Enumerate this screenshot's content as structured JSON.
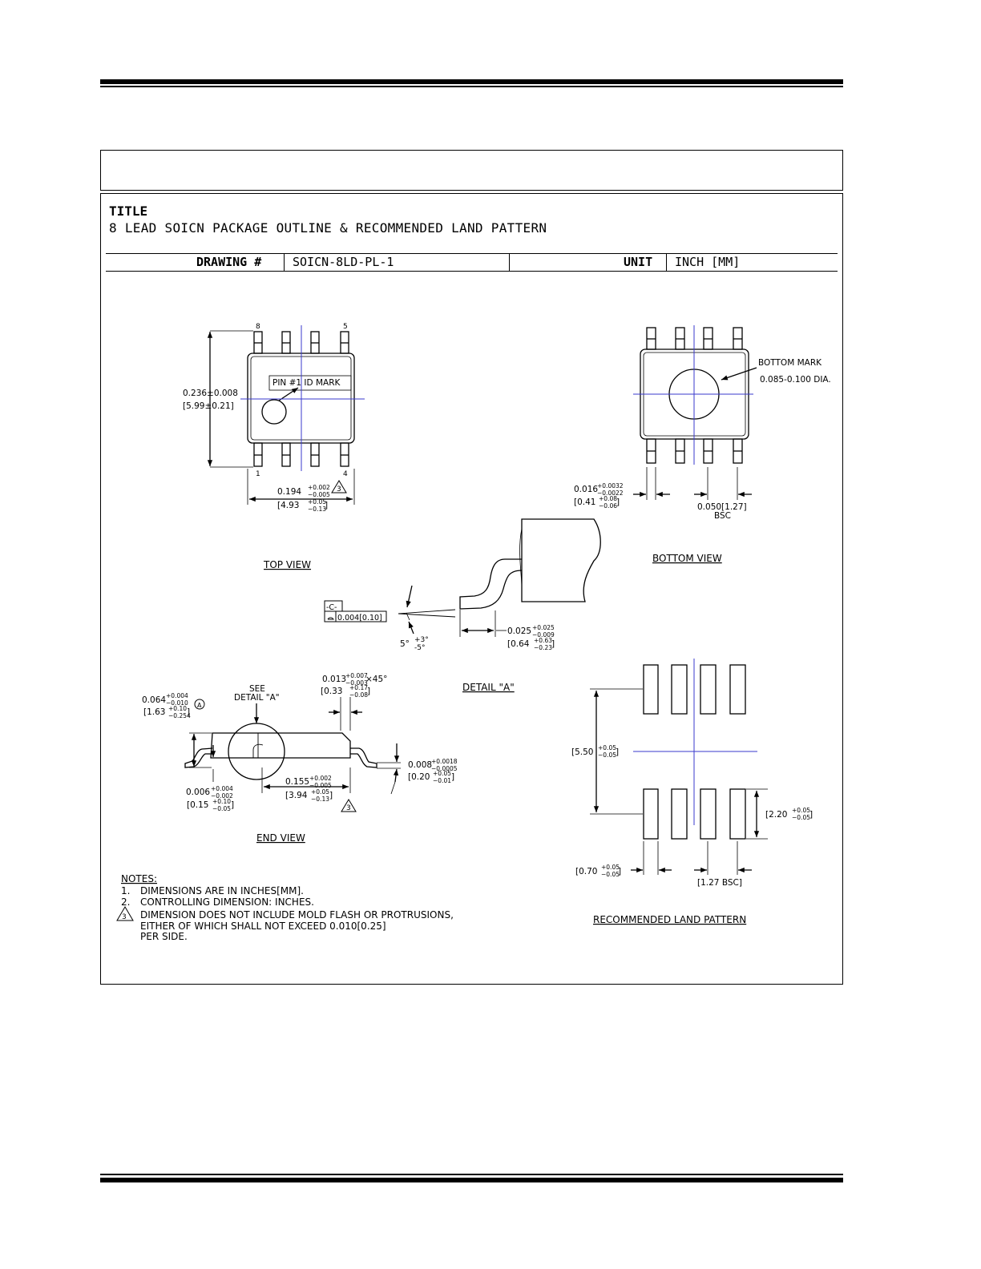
{
  "header": {
    "title_label": "TITLE",
    "title": "8 LEAD SOICN PACKAGE OUTLINE & RECOMMENDED LAND PATTERN",
    "drawing_label": "DRAWING #",
    "drawing_number": "SOICN-8LD-PL-1",
    "unit_label": "UNIT",
    "unit_value": "INCH [MM]"
  },
  "top_view": {
    "caption": "TOP VIEW",
    "pin8": "8",
    "pin5": "5",
    "pin1": "1",
    "pin4": "4",
    "pin1_mark": "PIN #1 ID MARK",
    "height_in": "0.236±0.008",
    "height_mm": "[5.99±0.21]",
    "width_in": "0.194",
    "width_in_tol_plus": "+0.002",
    "width_in_tol_minus": "−0.005",
    "width_mm": "[4.93",
    "width_mm_tol_plus": "+0.05",
    "width_mm_tol_minus": "−0.13",
    "width_mm_close": "]",
    "note_ref": "3"
  },
  "bottom_view": {
    "caption": "BOTTOM VIEW",
    "mark_label": "BOTTOM MARK",
    "mark_dia": "0.085-0.100 DIA.",
    "lead_w_in": "0.016",
    "lead_w_in_tol_plus": "+0.0032",
    "lead_w_in_tol_minus": "−0.0022",
    "lead_w_mm": "[0.41",
    "lead_w_mm_tol_plus": "+0.08",
    "lead_w_mm_tol_minus": "−0.06",
    "lead_w_mm_close": "]",
    "pitch": "0.050[1.27]",
    "pitch_bsc": "BSC"
  },
  "detail_a": {
    "caption": "DETAIL \"A\"",
    "datum": "-C-",
    "flatness": "0.004[0.10]",
    "angle": "5°",
    "angle_plus": "+3°",
    "angle_minus": "-5°",
    "foot_in": "0.025",
    "foot_in_tol_plus": "+0.025",
    "foot_in_tol_minus": "−0.009",
    "foot_mm": "[0.64",
    "foot_mm_tol_plus": "+0.63",
    "foot_mm_tol_minus": "−0.23",
    "foot_mm_close": "]"
  },
  "end_view": {
    "caption": "END VIEW",
    "see_detail_1": "SEE",
    "see_detail_2": "DETAIL \"A\"",
    "height_in": "0.064",
    "height_in_tol_plus": "+0.004",
    "height_in_tol_minus": "−0.010",
    "height_mm": "[1.63",
    "height_mm_tol_plus": "+0.10",
    "height_mm_tol_minus": "−0.254",
    "height_mm_close": "]",
    "datum_a": "A",
    "chamfer_in": "0.013",
    "chamfer_in_tol_plus": "+0.007",
    "chamfer_in_tol_minus": "−0.003",
    "chamfer_suffix": "×45°",
    "chamfer_mm": "[0.33",
    "chamfer_mm_tol_plus": "+0.17",
    "chamfer_mm_tol_minus": "−0.08",
    "chamfer_mm_close": "]",
    "standoff_in": "0.006",
    "standoff_in_tol_plus": "+0.004",
    "standoff_in_tol_minus": "−0.002",
    "standoff_mm": "[0.15",
    "standoff_mm_tol_plus": "+0.10",
    "standoff_mm_tol_minus": "−0.05",
    "standoff_mm_close": "]",
    "body_in": "0.155",
    "body_in_tol_plus": "+0.002",
    "body_in_tol_minus": "−0.005",
    "body_mm": "[3.94",
    "body_mm_tol_plus": "+0.05",
    "body_mm_tol_minus": "−0.13",
    "body_mm_close": "]",
    "lead_t_in": "0.008",
    "lead_t_in_tol_plus": "+0.0018",
    "lead_t_in_tol_minus": "−0.0005",
    "lead_t_mm": "[0.20",
    "lead_t_mm_tol_plus": "+0.05",
    "lead_t_mm_tol_minus": "−0.01",
    "lead_t_mm_close": "]",
    "note_ref": "3"
  },
  "land_pattern": {
    "caption": "RECOMMENDED LAND PATTERN",
    "span": "[5.50",
    "span_tol_plus": "+0.05",
    "span_tol_minus": "−0.05",
    "span_close": "]",
    "pad_len": "[2.20",
    "pad_len_tol_plus": "+0.05",
    "pad_len_tol_minus": "−0.05",
    "pad_len_close": "]",
    "pad_w": "[0.70",
    "pad_w_tol_plus": "+0.05",
    "pad_w_tol_minus": "−0.05",
    "pad_w_close": "]",
    "pitch": "[1.27  BSC]"
  },
  "notes": {
    "heading": "NOTES:",
    "n1_num": "1.",
    "n1": "DIMENSIONS ARE IN INCHES[MM].",
    "n2_num": "2.",
    "n2": "CONTROLLING DIMENSION: INCHES.",
    "n3_num": "3",
    "n3_line1": "DIMENSION DOES NOT INCLUDE MOLD FLASH OR PROTRUSIONS,",
    "n3_line2": "EITHER OF WHICH SHALL NOT EXCEED 0.010[0.25]",
    "n3_line3": "PER SIDE."
  },
  "colors": {
    "centerline": "#3a3acc",
    "ink": "#000000"
  }
}
